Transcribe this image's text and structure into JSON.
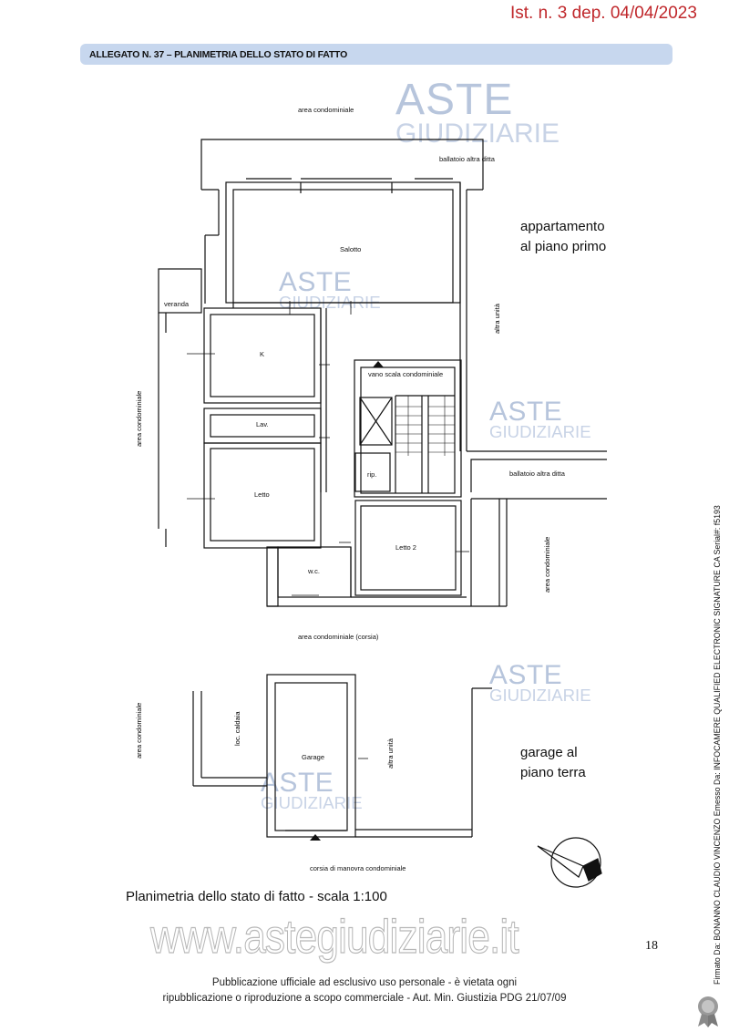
{
  "header": {
    "ist": "Ist. n. 3 dep. 04/04/2023"
  },
  "banner": {
    "title": "ALLEGATO N. 37 – PLANIMETRIA DELLO STATO DI FATTO"
  },
  "plan": {
    "area_condominiale_top": "area condominiale",
    "ballatoio_top": "ballatoio altra ditta",
    "salotto": "Salotto",
    "veranda": "veranda",
    "k": "K",
    "lav": "Lav.",
    "letto": "Letto",
    "wc": "w.c.",
    "letto2": "Letto 2",
    "vano_scala": "vano scala condominiale",
    "rip": "rip.",
    "ballatoio_right": "ballatoio altra ditta",
    "altra_unita_1": "altra unità",
    "area_cond_left": "area condominiale",
    "area_cond_right": "area condominiale",
    "area_corsia": "area condominiale (corsia)",
    "appartamento": "appartamento",
    "piano_primo": "al piano primo",
    "loc_caldaia": "loc. caldaia",
    "garage": "Garage",
    "altra_unita_2": "altra unità",
    "area_cond_left2": "area condominiale",
    "garage_al": "garage al",
    "piano_terra": "piano terra",
    "corsia_manovra": "corsia di manovra condominiale"
  },
  "watermark": {
    "line1": "ASTE",
    "line2": "GIUDIZIARIE"
  },
  "caption": "Planimetria dello stato di fatto - scala 1:100",
  "site": "www.astegiudiziarie.it",
  "page_number": "18",
  "footer": {
    "line1": "Pubblicazione ufficiale ad esclusivo uso personale - è vietata ogni",
    "line2": "ripubblicazione o riproduzione a scopo commerciale - Aut. Min. Giustizia PDG 21/07/09"
  },
  "signature": "Firmato Da: BONANNO CLAUDIO VINCENZO Emesso Da: INFOCAMERE QUALIFIED ELECTRONIC SIGNATURE CA Serial#: f5193"
}
